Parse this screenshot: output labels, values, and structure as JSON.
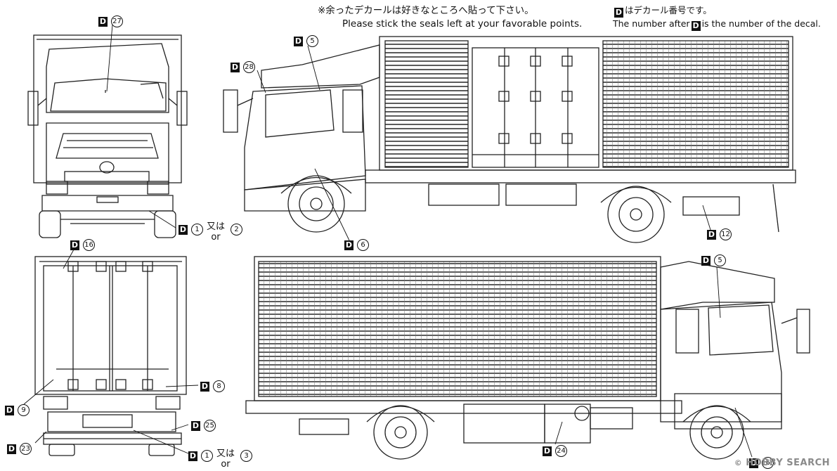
{
  "notes": {
    "jp": "※余ったデカールは好きなところへ貼って下さい。",
    "en": "Please stick the seals left at your favorable points.",
    "legend_jp_suffix": "はデカール番号です。",
    "legend_en_prefix": "The number after",
    "legend_en_suffix": "is the number of the decal.",
    "badge": "D"
  },
  "callouts": {
    "c27": "27",
    "c28": "28",
    "c5a": "5",
    "c1a": "1",
    "c2": "2",
    "c6a": "6",
    "c12": "12",
    "c16": "16",
    "c8": "8",
    "c9": "9",
    "c25": "25",
    "c23": "23",
    "c1b": "1",
    "c3": "3",
    "c5b": "5",
    "c24": "24",
    "c6b": "6"
  },
  "alt_text": {
    "mata_wa": "又は",
    "or": "or"
  },
  "watermark": {
    "text": "HOBBY SEARCH",
    "symbol": "©"
  }
}
